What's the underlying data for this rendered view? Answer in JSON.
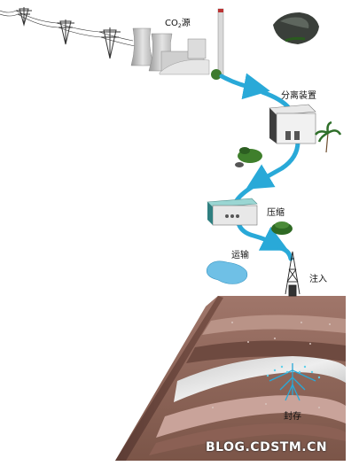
{
  "labels": {
    "co2_prefix": "CO",
    "co2_sub": "2",
    "co2_suffix": "源",
    "separation": "分离装置",
    "compression": "压缩",
    "transport": "运输",
    "injection": "注入",
    "storage": "封存"
  },
  "watermark": "BLOG.CDSTM.CN",
  "colors": {
    "pipe": "#29a9d8",
    "pipe_dark": "#1f8fbe",
    "rock_top": "#8a5f50",
    "rock_mid": "#b58c7c",
    "rock_dark": "#5a3a33",
    "water": "#6fc0e6"
  }
}
